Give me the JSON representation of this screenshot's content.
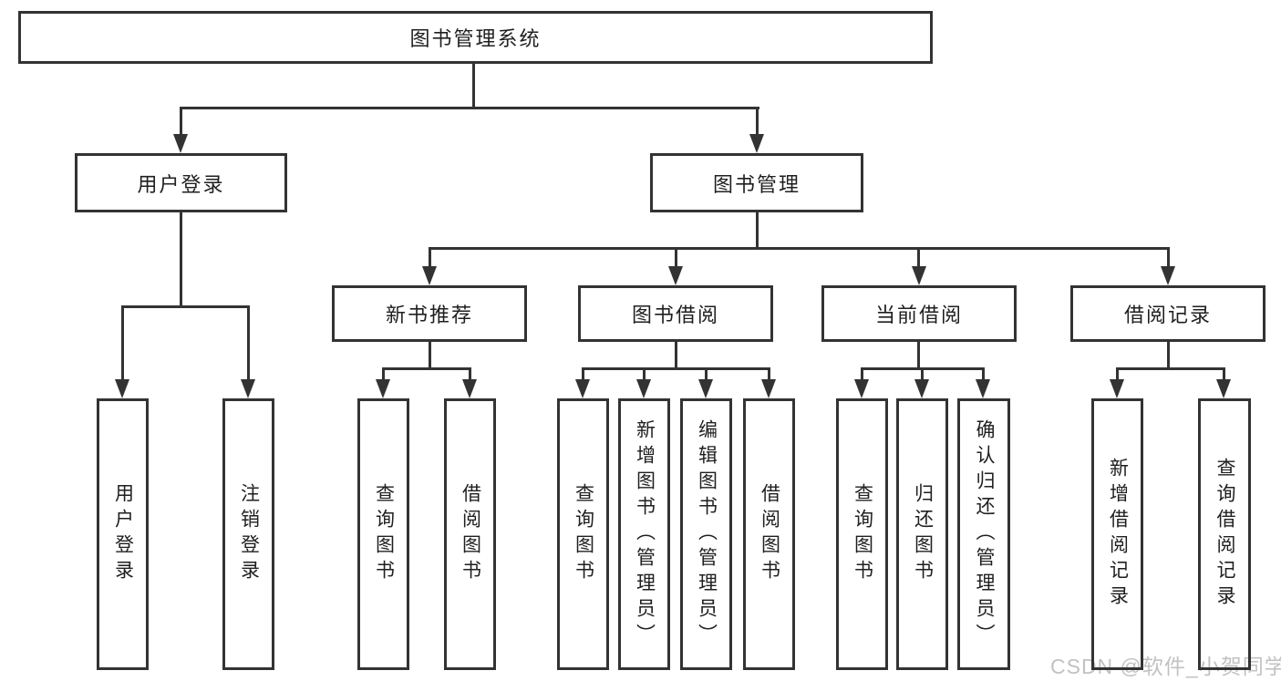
{
  "diagram": {
    "type": "hierarchy-tree",
    "watermark": "CSDN @软件_小贺同学",
    "colors": {
      "line": "#333333",
      "text": "#1f1f1f",
      "background": "#ffffff",
      "watermark": "#c2c2c2"
    },
    "tree": {
      "label": "图书管理系统",
      "children": [
        {
          "label": "用户登录",
          "children": [
            {
              "label": "用户登录"
            },
            {
              "label": "注销登录"
            }
          ]
        },
        {
          "label": "图书管理",
          "children": [
            {
              "label": "新书推荐",
              "children": [
                {
                  "label": "查询图书"
                },
                {
                  "label": "借阅图书"
                }
              ]
            },
            {
              "label": "图书借阅",
              "children": [
                {
                  "label": "查询图书"
                },
                {
                  "label": "新增图书（管理员）"
                },
                {
                  "label": "编辑图书（管理员）"
                },
                {
                  "label": "借阅图书"
                }
              ]
            },
            {
              "label": "当前借阅",
              "children": [
                {
                  "label": "查询图书"
                },
                {
                  "label": "归还图书"
                },
                {
                  "label": "确认归还（管理员）"
                }
              ]
            },
            {
              "label": "借阅记录",
              "children": [
                {
                  "label": "新增借阅记录"
                },
                {
                  "label": "查询借阅记录"
                }
              ]
            }
          ]
        }
      ]
    }
  }
}
